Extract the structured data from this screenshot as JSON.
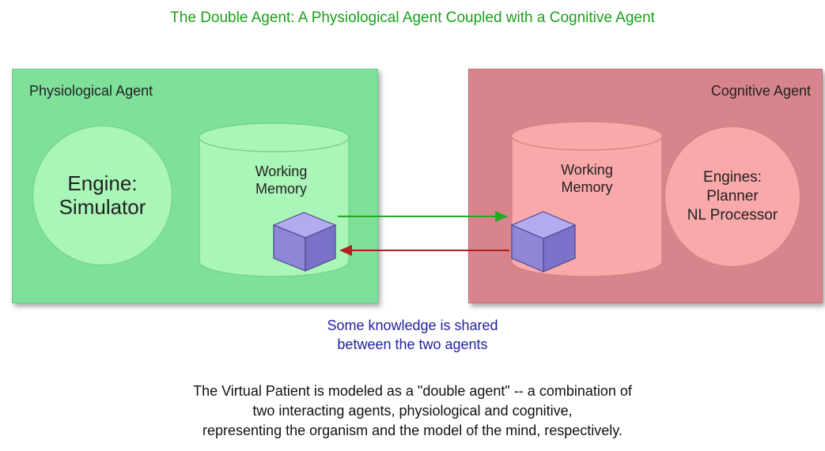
{
  "title": "The Double Agent: A Physiological Agent Coupled with a Cognitive Agent",
  "physiological_agent": {
    "label": "Physiological Agent",
    "engine": "Engine:\nSimulator",
    "working_memory": "Working\nMemory"
  },
  "cognitive_agent": {
    "label": "Cognitive Agent",
    "engines": "Engines:\nPlanner\nNL Processor",
    "working_memory": "Working\nMemory"
  },
  "shared_note": "Some knowledge is shared\nbetween the two agents",
  "caption": "The Virtual Patient is modeled as a \"double agent\" -- a combination of\ntwo interacting agents, physiological and cognitive,\nrepresenting the organism and the model of the mind, respectively.",
  "colors": {
    "title": "#1aa01a",
    "physiological_panel": "#7fe09a",
    "cognitive_panel": "#d8848c",
    "arrow_to_cognitive": "#22aa22",
    "arrow_to_physiological": "#b02020",
    "cube": "#8f86d8",
    "shared_note": "#2222a0"
  }
}
